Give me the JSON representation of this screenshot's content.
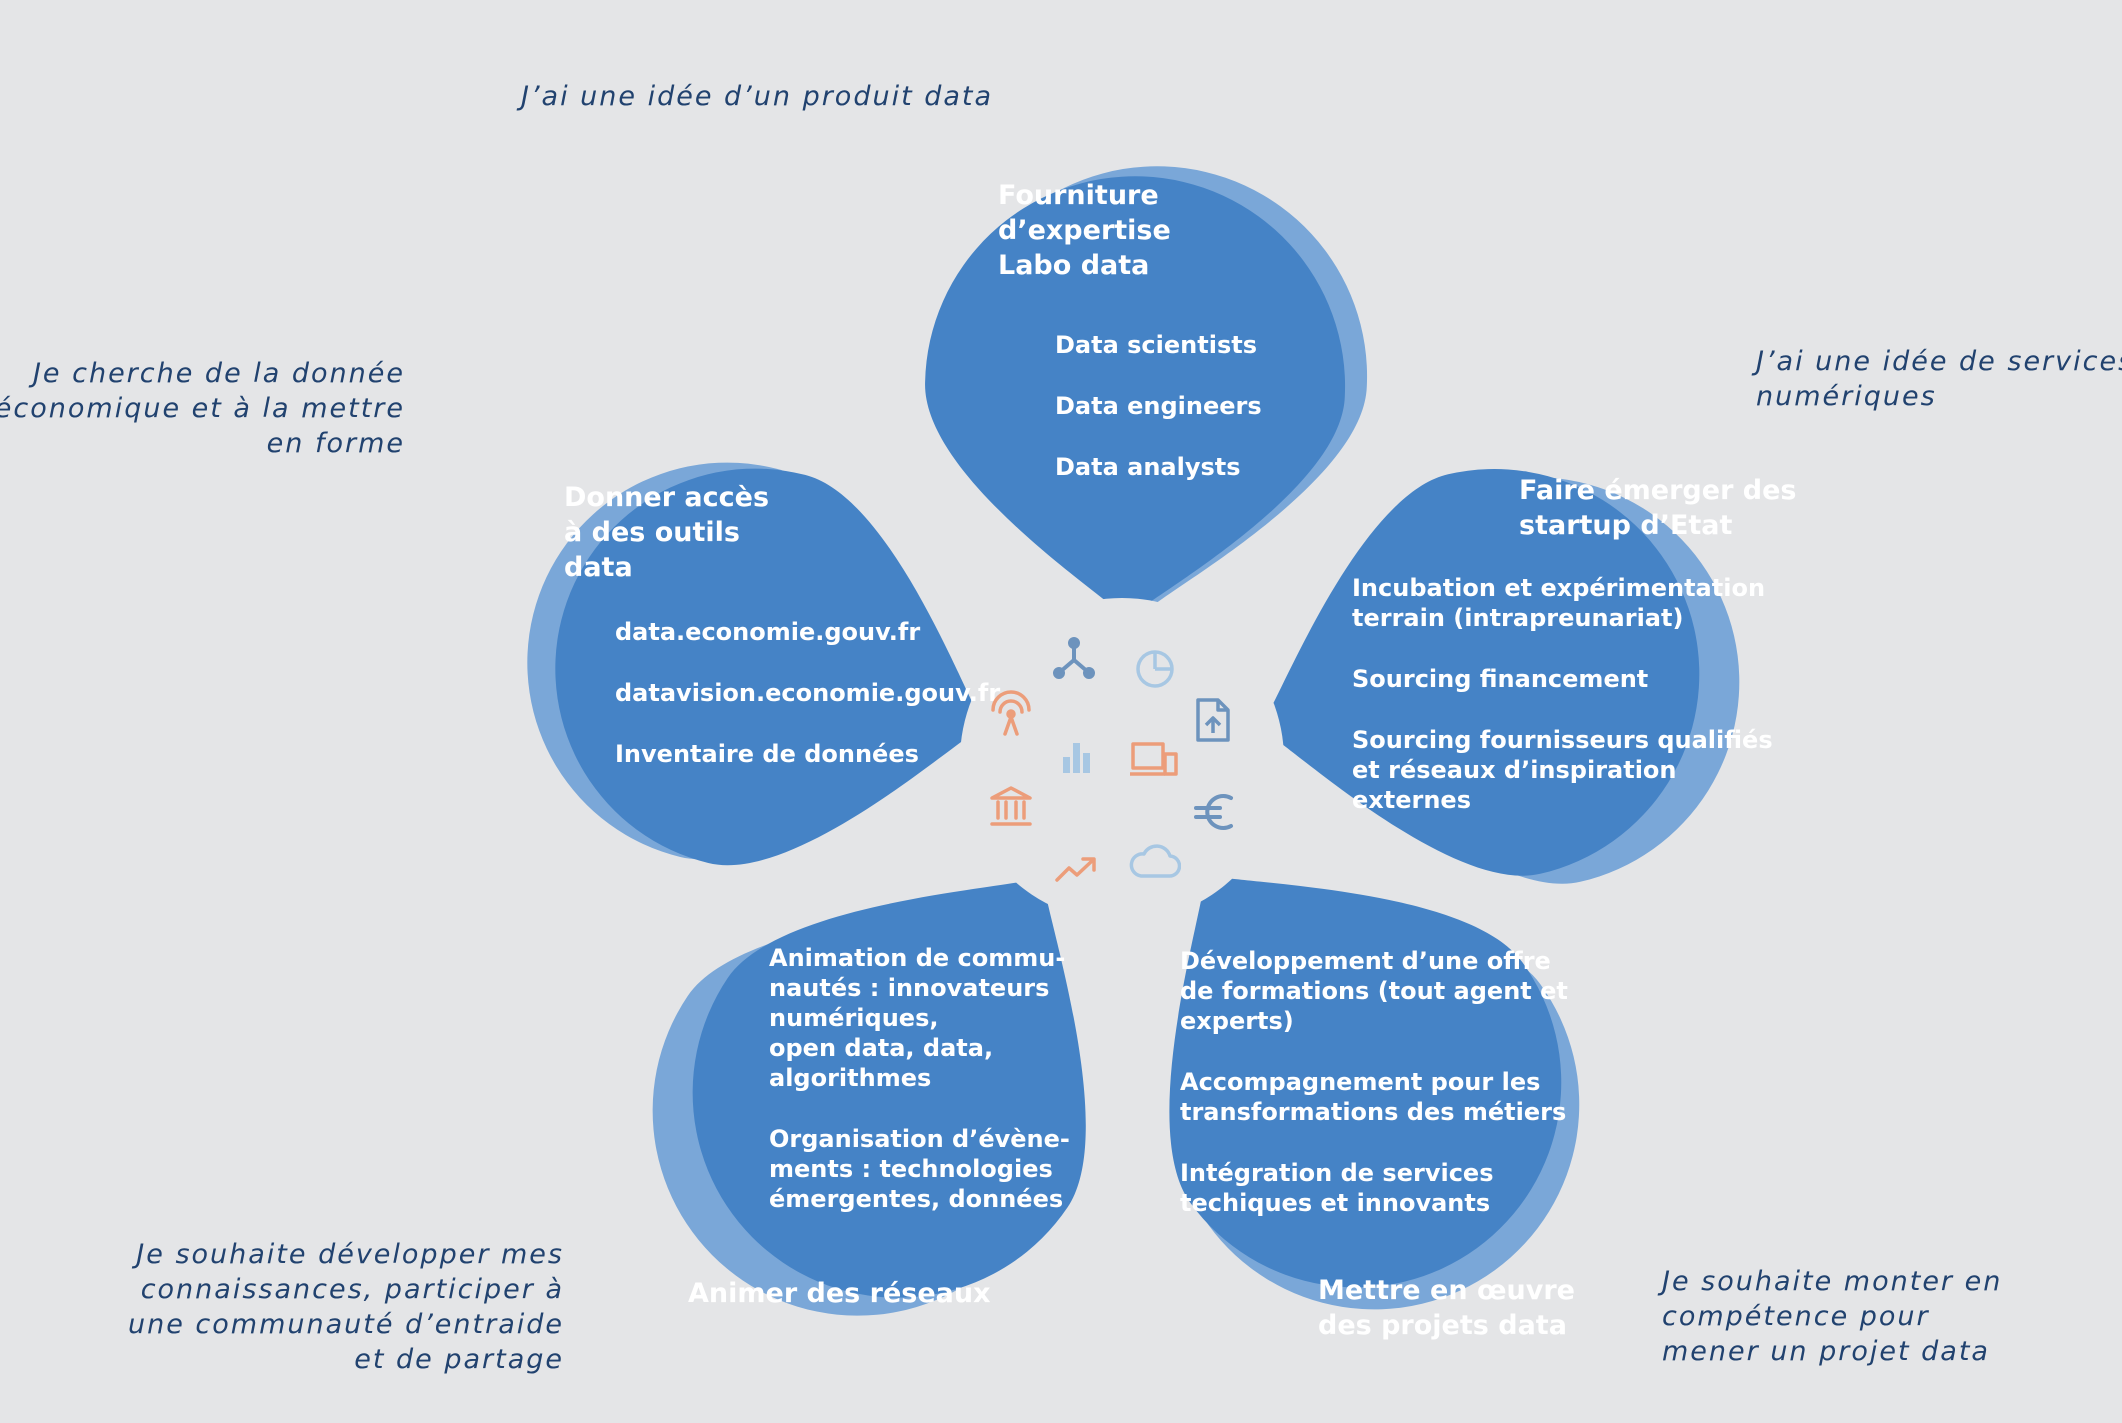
{
  "colors": {
    "background": "#e4e5e7",
    "petal": "#4583c6",
    "petal_shadow": "#7aa7d8",
    "hub": "#e4e5e7",
    "quote_text": "#21426f",
    "icon_blue": "#6d93bd",
    "icon_lightblue": "#a7c7e3",
    "icon_orange": "#ec9d7a"
  },
  "petals": [
    {
      "title": [
        "Fourniture",
        "d’expertise",
        "Labo data"
      ],
      "items": [
        "Data scientists",
        "Data engineers",
        "Data analysts"
      ]
    },
    {
      "title": [
        "Faire émerger des",
        "startup d’Etat"
      ],
      "items": [
        [
          "Incubation et expérimentation",
          "terrain (intrapreunariat)"
        ],
        [
          "Sourcing financement"
        ],
        [
          "Sourcing fournisseurs qualifiés",
          "et réseaux d’inspiration",
          "externes"
        ]
      ]
    },
    {
      "title": [
        "Mettre en œuvre",
        "des projets data"
      ],
      "items": [
        [
          "Développement d’une offre",
          "de formations (tout agent et",
          "experts)"
        ],
        [
          "Accompagnement pour les",
          "transformations des métiers"
        ],
        [
          "Intégration de services",
          "techiques et innovants"
        ]
      ]
    },
    {
      "title": [
        "Animer des réseaux"
      ],
      "items": [
        [
          "Animation de commu-",
          "nautés : innovateurs",
          "numériques,",
          "open data, data,",
          "algorithmes"
        ],
        [
          "Organisation d’évène-",
          "ments : technologies",
          "émergentes, données"
        ]
      ]
    },
    {
      "title": [
        "Donner accès",
        "à des outils",
        "data"
      ],
      "items": [
        "data.economie.gouv.fr",
        "datavision.economie.gouv.fr",
        "Inventaire de données"
      ]
    }
  ],
  "quotes": [
    [
      "J’ai une idée d’un produit data"
    ],
    [
      "J’ai une idée de services",
      "numériques"
    ],
    [
      "Je souhaite monter en",
      "compétence pour",
      "mener un projet data"
    ],
    [
      "Je souhaite développer mes",
      "connaissances, participer à",
      "une communauté d’entraide",
      "et de partage"
    ],
    [
      "Je cherche de la donnée",
      "économique et à la mettre",
      "en forme"
    ]
  ],
  "hub_icons": [
    {
      "name": "network-icon",
      "color": "blue"
    },
    {
      "name": "pie-chart-icon",
      "color": "lightblue"
    },
    {
      "name": "document-upload-icon",
      "color": "blue"
    },
    {
      "name": "euro-icon",
      "color": "blue"
    },
    {
      "name": "cloud-icon",
      "color": "lightblue"
    },
    {
      "name": "trend-up-icon",
      "color": "orange"
    },
    {
      "name": "bank-icon",
      "color": "orange"
    },
    {
      "name": "antenna-icon",
      "color": "orange"
    },
    {
      "name": "bar-chart-icon",
      "color": "lightblue"
    },
    {
      "name": "devices-icon",
      "color": "orange"
    }
  ]
}
